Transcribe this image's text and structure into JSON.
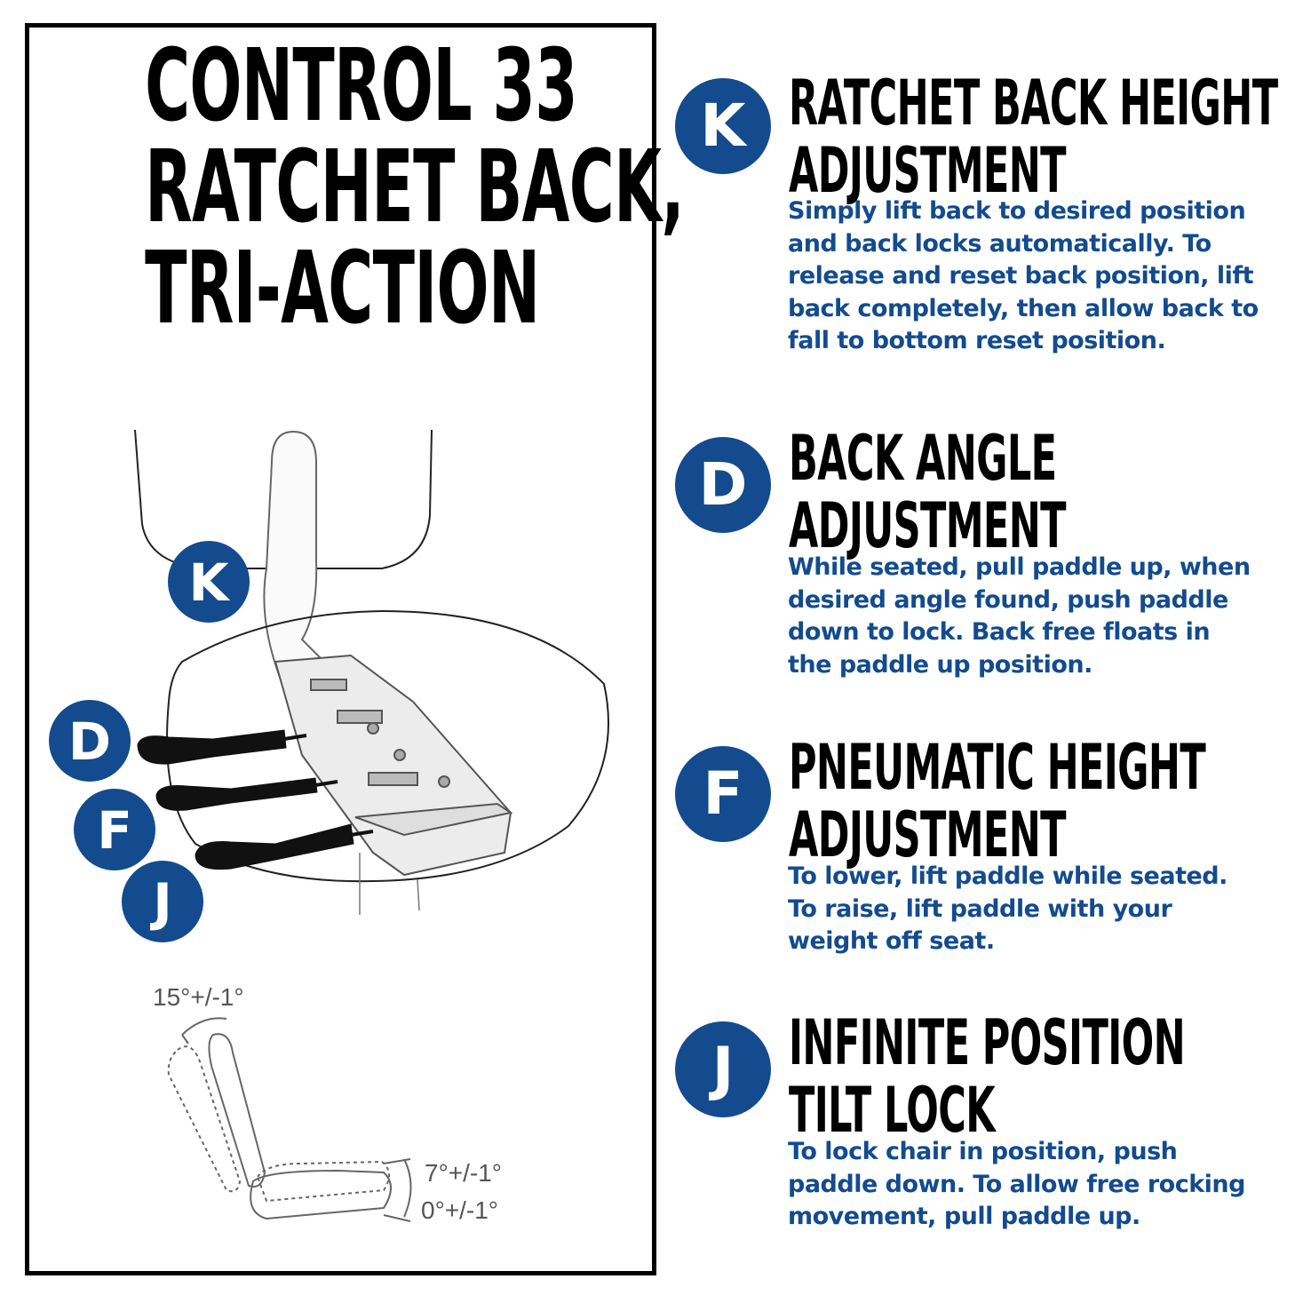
{
  "title": {
    "line1": "CONTROL 33",
    "line2": "RATCHET BACK,",
    "line3": "TRI-ACTION"
  },
  "diagram": {
    "markers": {
      "k": "K",
      "d": "D",
      "f": "F",
      "j": "J"
    },
    "angles": {
      "back_tilt": "15°+/-1°",
      "seat_tilt_upper": "7°+/-1°",
      "seat_tilt_lower": "0°+/-1°"
    }
  },
  "features": [
    {
      "badge": "K",
      "heading_line1": "RATCHET BACK HEIGHT",
      "heading_line2": "ADJUSTMENT",
      "description": "Simply lift back to desired position and back locks automatically. To release and reset back position, lift back completely, then allow back to fall to bottom reset position."
    },
    {
      "badge": "D",
      "heading_line1": "BACK ANGLE",
      "heading_line2": "ADJUSTMENT",
      "description": "While seated, pull paddle up, when desired angle found, push paddle down to lock. Back free floats in the paddle up position."
    },
    {
      "badge": "F",
      "heading_line1": "PNEUMATIC HEIGHT",
      "heading_line2": "ADJUSTMENT",
      "description": "To lower, lift paddle while seated. To raise, lift paddle with your weight off seat."
    },
    {
      "badge": "J",
      "heading_line1": "INFINITE POSITION",
      "heading_line2": "TILT LOCK",
      "description": "To lock chair in position, push paddle down. To allow free rocking movement, pull paddle up."
    }
  ],
  "colors": {
    "badge_blue": "#134b8e",
    "text_black": "#000000"
  }
}
